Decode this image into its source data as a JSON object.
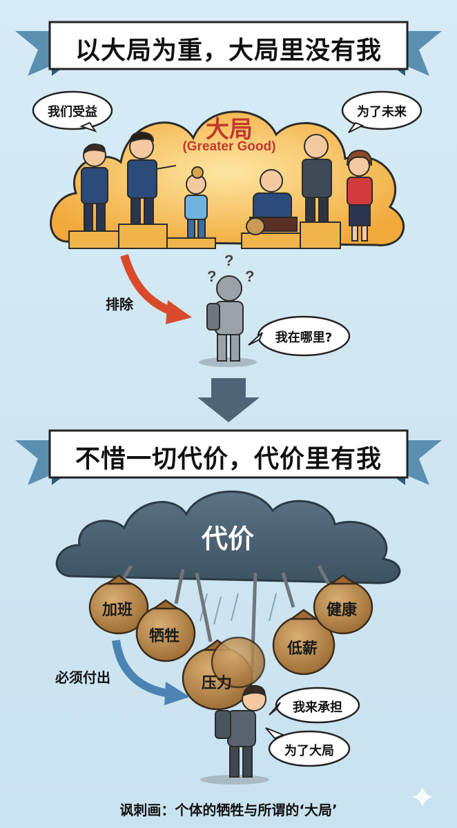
{
  "top_section": {
    "banner": "以大局为重，大局里没有我",
    "cloud_title": "大局",
    "cloud_subtitle": "(Greater Good)",
    "bubble_left": "我们受益",
    "bubble_right": "为了未来",
    "arrow_label": "排除",
    "person_bubble": "我在哪里?"
  },
  "bottom_section": {
    "banner": "不惜一切代价，代价里有我",
    "cloud_title": "代价",
    "bags": [
      "加班",
      "牺牲",
      "压力",
      "低薪",
      "健康"
    ],
    "arrow_label": "必须付出",
    "bubble_1": "我来承担",
    "bubble_2": "为了大局"
  },
  "caption": "讽刺画：个体的牺牲与所谓的‘大局’",
  "colors": {
    "background": "#cfe6f2",
    "banner_blue": "#5b8fb0",
    "cloud_orange": "#f2b34a",
    "cloud_title_red": "#c0392b",
    "storm_cloud": "#4d6576",
    "bag": "#b5844a",
    "arrow_red": "#d94a2a",
    "arrow_blue": "#4b83b3"
  }
}
